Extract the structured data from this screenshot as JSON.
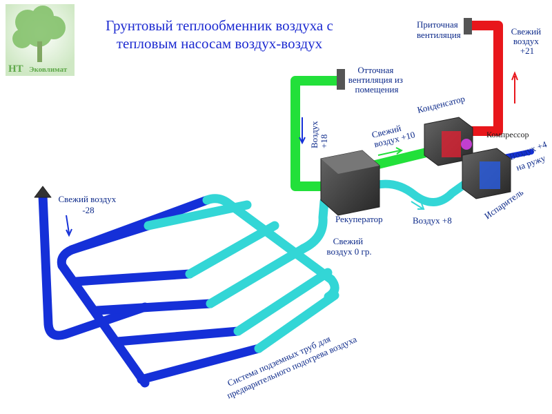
{
  "logo": {
    "short": "НТ",
    "name": "Эковлимат"
  },
  "title": {
    "line1": "Грунтовый теплообменник воздуха с",
    "line2": "тепловым насосам воздух-воздух"
  },
  "labels": {
    "supply_vent": [
      "Приточная",
      "вентиляция"
    ],
    "fresh_air_out": [
      "Свежий",
      "воздух",
      "+21"
    ],
    "exhaust_vent": [
      "Отточная",
      "вентиляция из",
      "помещения"
    ],
    "condenser": "Конденсатор",
    "compressor": "Компрессор",
    "air_outside": [
      "Воздух +4",
      "на ружу"
    ],
    "air_plus18": [
      "Воздух",
      "+18"
    ],
    "fresh_plus10": [
      "Свежий",
      "воздух +10"
    ],
    "recuperator": "Рекуператор",
    "evaporator": "Испаритель",
    "air_plus8": "Воздух  +8",
    "fresh_zero": [
      "Свежий",
      "воздух 0 гр."
    ],
    "fresh_intake": [
      "Свежий воздух",
      "-28"
    ],
    "pipe_system": [
      "Система подземных труб для",
      "предварительного подогрева воздуха"
    ]
  },
  "colors": {
    "title": "#1d2bd1",
    "label": "#0d2a8a",
    "pipe_cold": "#1530d8",
    "pipe_warm": "#33d6d6",
    "duct_green": "#22e03a",
    "duct_red": "#e8161b",
    "block": "#3a3a3a",
    "logo_green": "#5fa84a"
  }
}
